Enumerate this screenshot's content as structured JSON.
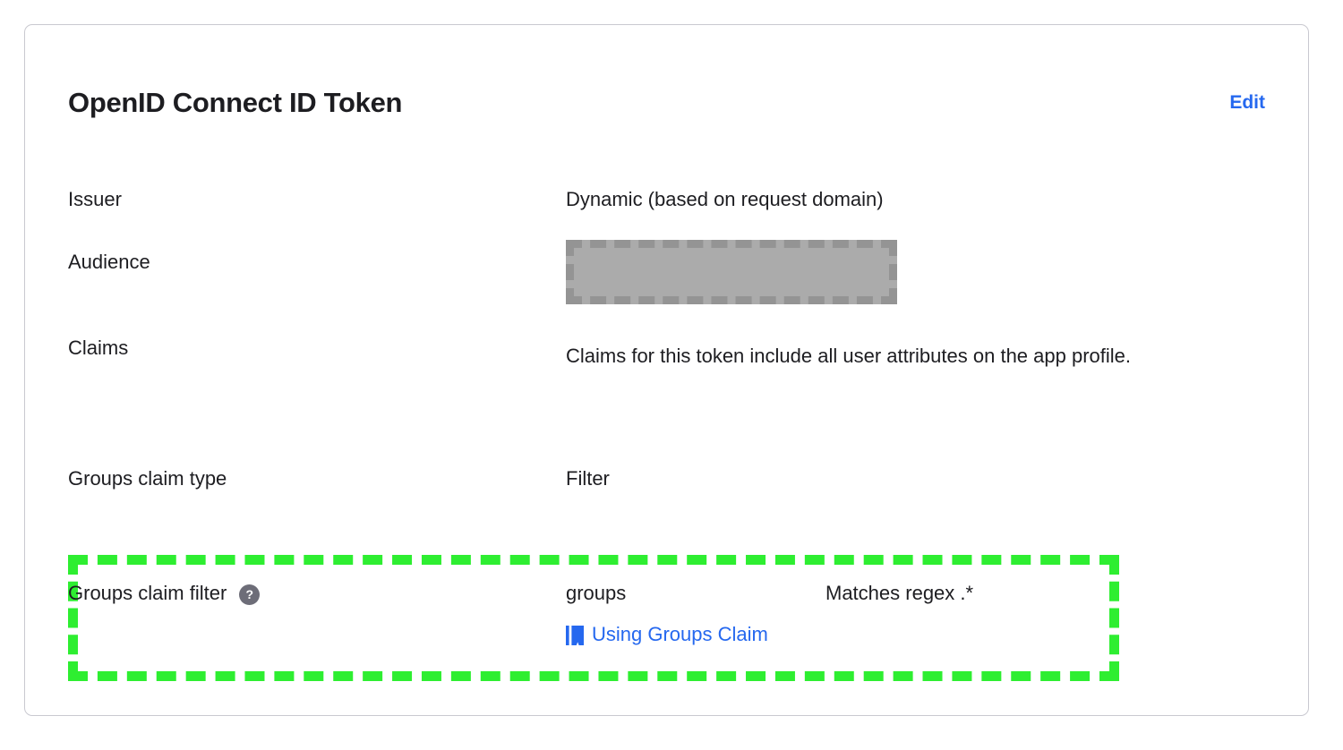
{
  "card": {
    "title": "OpenID Connect ID Token",
    "edit_label": "Edit"
  },
  "colors": {
    "link": "#2568EF",
    "highlight": "#2EEE31",
    "redaction_fill": "#ABABAB",
    "redaction_border": "#949494",
    "help_icon": "#6D6D78",
    "card_border": "#C9C9D0",
    "text": "#1D1D21"
  },
  "rows": {
    "issuer": {
      "label": "Issuer",
      "value": "Dynamic (based on request domain)"
    },
    "audience": {
      "label": "Audience",
      "value": "",
      "redacted": true
    },
    "claims": {
      "label": "Claims",
      "value": "Claims for this token include all user attributes on the app profile."
    },
    "groups_claim_type": {
      "label": "Groups claim type",
      "value": "Filter"
    },
    "groups_claim_filter": {
      "label": "Groups claim filter",
      "help_icon": "help-question-icon",
      "help_glyph": "?",
      "claim_name": "groups",
      "match_rule": "Matches regex .*",
      "doc_link_label": "Using Groups Claim",
      "doc_link_icon": "book-icon",
      "highlighted": true
    }
  }
}
